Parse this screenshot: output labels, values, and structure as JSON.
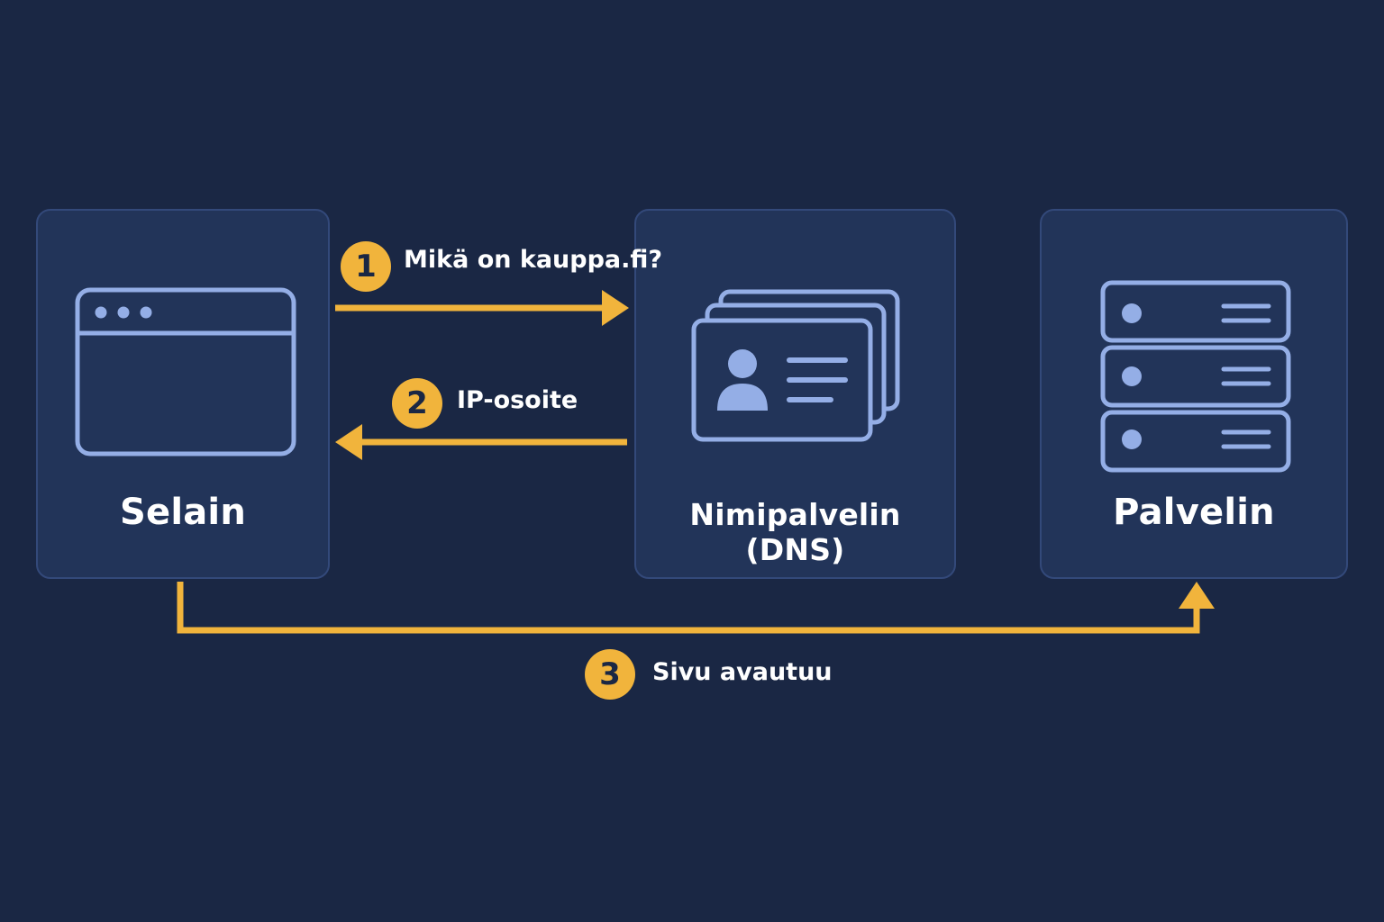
{
  "colors": {
    "background": "#1a2744",
    "card": "#223459",
    "card_border": "#33497a",
    "icon": "#94aee6",
    "accent": "#f1b43c",
    "text": "#ffffff"
  },
  "nodes": {
    "browser": {
      "label": "Selain",
      "icon": "browser-window-icon"
    },
    "dns": {
      "label": "Nimipalvelin (DNS)",
      "icon": "contact-cards-icon"
    },
    "server": {
      "label": "Palvelin",
      "icon": "server-rack-icon"
    }
  },
  "steps": [
    {
      "number": "1",
      "label": "Mikä on kauppa.fi?"
    },
    {
      "number": "2",
      "label": "IP-osoite"
    },
    {
      "number": "3",
      "label": "Sivu avautuu"
    }
  ]
}
